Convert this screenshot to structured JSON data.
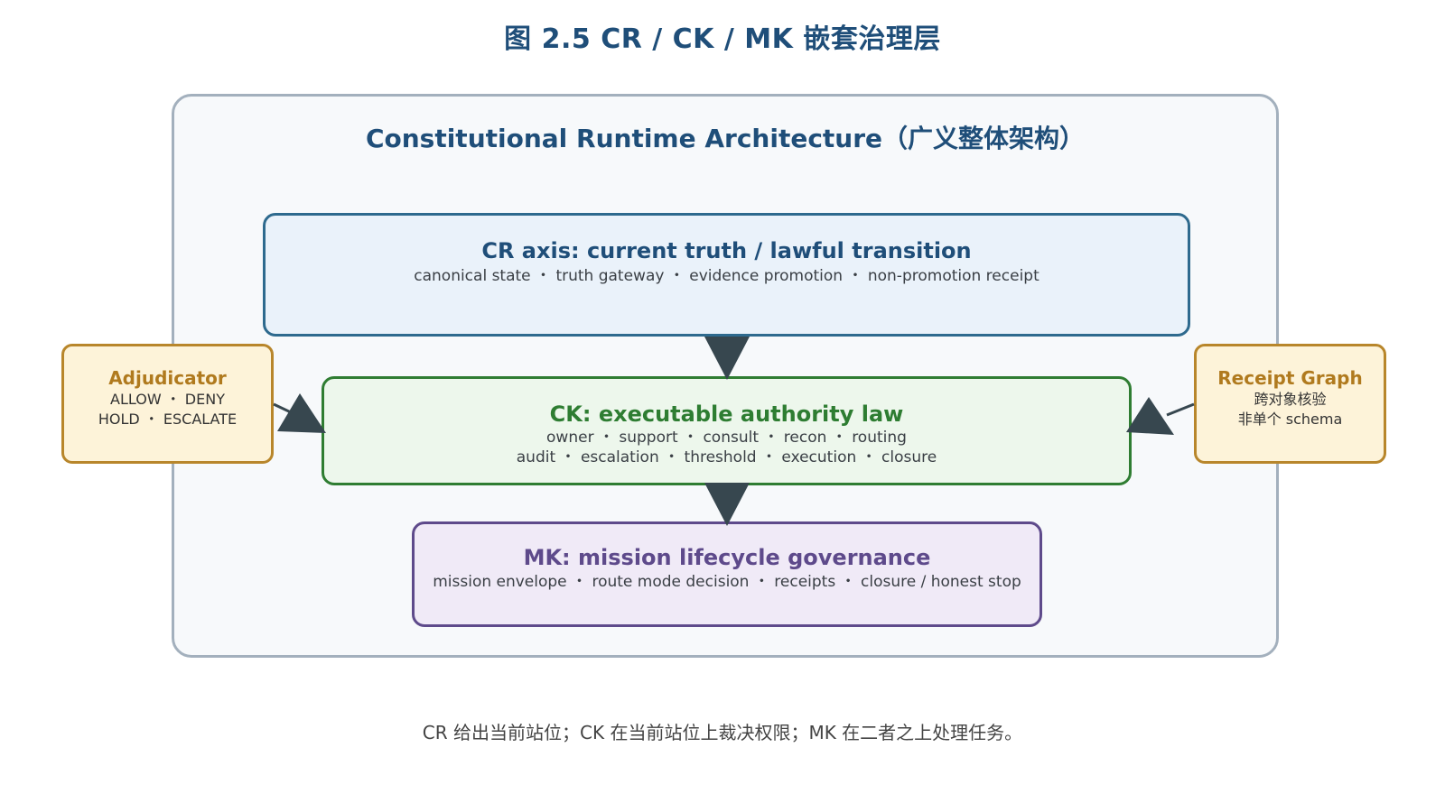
{
  "figure": {
    "title": "图 2.5 CR / CK / MK 嵌套治理层",
    "caption": "CR 给出当前站位；CK 在当前站位上裁决权限；MK 在二者之上处理任务。"
  },
  "outer": {
    "title": "Constitutional Runtime Architecture（广义整体架构）"
  },
  "cr": {
    "title": "CR axis: current truth / lawful transition",
    "line1": "canonical state ・ truth gateway ・ evidence promotion ・ non-promotion receipt"
  },
  "ck": {
    "title": "CK: executable authority law",
    "line1": "owner ・ support ・ consult ・ recon ・ routing",
    "line2": "audit ・ escalation ・ threshold ・ execution ・ closure"
  },
  "mk": {
    "title": "MK: mission lifecycle governance",
    "line1": "mission envelope ・ route mode decision ・ receipts ・ closure / honest stop"
  },
  "adjudicator": {
    "title": "Adjudicator",
    "line1": "ALLOW ・ DENY",
    "line2": "HOLD ・ ESCALATE"
  },
  "receipt_graph": {
    "title": "Receipt Graph",
    "line1": "跨对象核验",
    "line2": "非单个 schema"
  },
  "colors": {
    "arrow": "#37474f",
    "cr_border": "#2e6a8e",
    "ck_border": "#2f7d32",
    "mk_border": "#5e4a8b",
    "side_border": "#b8862b"
  }
}
